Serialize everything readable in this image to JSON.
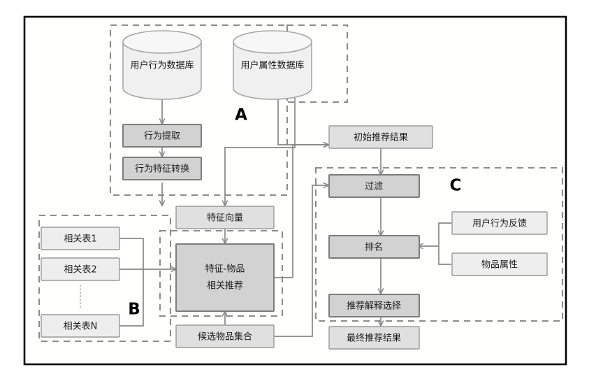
{
  "diagram": {
    "title": "Recommendation system architecture flowchart",
    "groups": [
      {
        "id": "A",
        "letter": "A"
      },
      {
        "id": "B",
        "letter": "B"
      },
      {
        "id": "C",
        "letter": "C"
      }
    ],
    "nodes": {
      "user_behavior_db": "用户行为数据库",
      "user_attribute_db": "用户属性数据库",
      "behavior_extraction": "行为提取",
      "behavior_feature_transform": "行为特征转换",
      "feature_vector": "特征向量",
      "relation_table_1": "相关表1",
      "relation_table_2": "相关表2",
      "relation_table_n": "相关表N",
      "feature_item_recommend_line1": "特征-物品",
      "feature_item_recommend_line2": "相关推荐",
      "candidate_item_set": "候选物品集合",
      "initial_recommend_result": "初始推荐结果",
      "filter": "过滤",
      "ranking": "排名",
      "recommend_explain_select": "推荐解释选择",
      "final_recommend_result": "最终推荐结果",
      "user_behavior_feedback": "用户行为反馈",
      "item_attribute": "物品属性"
    },
    "colors": {
      "node_light": "#eeeeee",
      "node_mid": "#e0e0e0",
      "node_dark": "#d2d2d2",
      "border_gray": "#9a9a9a",
      "dash_gray": "#8c8c8c",
      "connector": "#888888",
      "frame": "#000000",
      "text": "#1a1a1a"
    }
  }
}
